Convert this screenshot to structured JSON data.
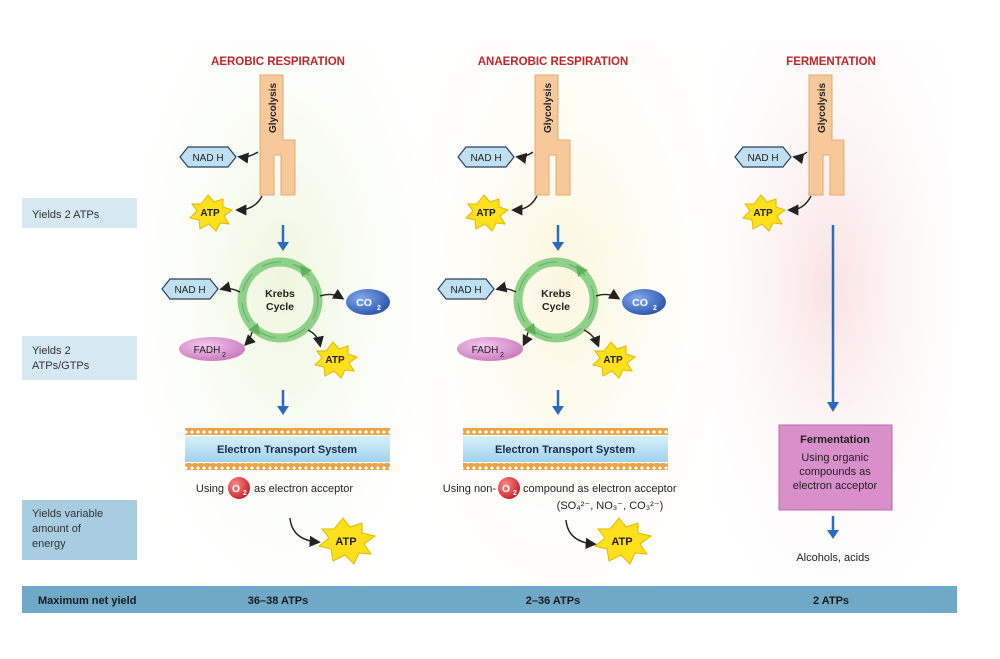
{
  "columns": [
    {
      "title": "AEROBIC RESPIRATION",
      "glycolysis": "Glycolysis",
      "nadh_top": "NAD H",
      "atp_glycolysis": "ATP",
      "krebs_line1": "Krebs",
      "krebs_line2": "Cycle",
      "nadh_krebs": "NAD H",
      "co2_main": "CO",
      "co2_sub": "2",
      "fadh_main": "FADH",
      "fadh_sub": "2",
      "atp_krebs": "ATP",
      "ets_label": "Electron Transport System",
      "acceptor_pre": "Using",
      "acceptor_o": "O",
      "acceptor_sub": "2",
      "acceptor_post": "as electron acceptor",
      "atp_final": "ATP",
      "net_yield": "36–38 ATPs"
    },
    {
      "title": "ANAEROBIC RESPIRATION",
      "glycolysis": "Glycolysis",
      "nadh_top": "NAD H",
      "atp_glycolysis": "ATP",
      "krebs_line1": "Krebs",
      "krebs_line2": "Cycle",
      "nadh_krebs": "NAD H",
      "co2_main": "CO",
      "co2_sub": "2",
      "fadh_main": "FADH",
      "fadh_sub": "2",
      "atp_krebs": "ATP",
      "ets_label": "Electron Transport System",
      "acceptor_pre": "Using non-",
      "acceptor_o": "O",
      "acceptor_sub": "2",
      "acceptor_post": "compound as electron acceptor",
      "acceptor_line2": "(SO₄²⁻, NO₃⁻, CO₃²⁻)",
      "atp_final": "ATP",
      "net_yield": "2–36 ATPs"
    },
    {
      "title": "FERMENTATION",
      "glycolysis": "Glycolysis",
      "nadh_top": "NAD H",
      "atp_glycolysis": "ATP",
      "box_title": "Fermentation",
      "box_line1": "Using organic",
      "box_line2": "compounds as",
      "box_line3": "electron acceptor",
      "products": "Alcohols, acids",
      "net_yield": "2 ATPs"
    }
  ],
  "row_labels": {
    "glycolysis_yield": "Yields 2 ATPs",
    "krebs_yield_1": "Yields 2",
    "krebs_yield_2": "ATPs/GTPs",
    "ets_yield_1": "Yields variable",
    "ets_yield_2": "amount of",
    "ets_yield_3": "energy"
  },
  "footer": {
    "label": "Maximum net yield"
  },
  "colors": {
    "title_red": "#c0272d",
    "arrow_blue": "#2a6bbf",
    "footer_bar": "#6fa9c8",
    "row_label_bg": "#cfe3ef",
    "glycolysis_tan": "#f6c89a",
    "atp_yellow": "#ffe01a",
    "krebs_green": "#8fd18a",
    "co2_blue": "#3f6fc4",
    "fadh_pink": "#dd8fd0",
    "nadh_blue": "#bfe0f3",
    "o2_red": "#e0393e",
    "ets_blue": "#bde2f5",
    "membrane_orange": "#f5a43a",
    "fermentation_box": "#d98fc9"
  }
}
